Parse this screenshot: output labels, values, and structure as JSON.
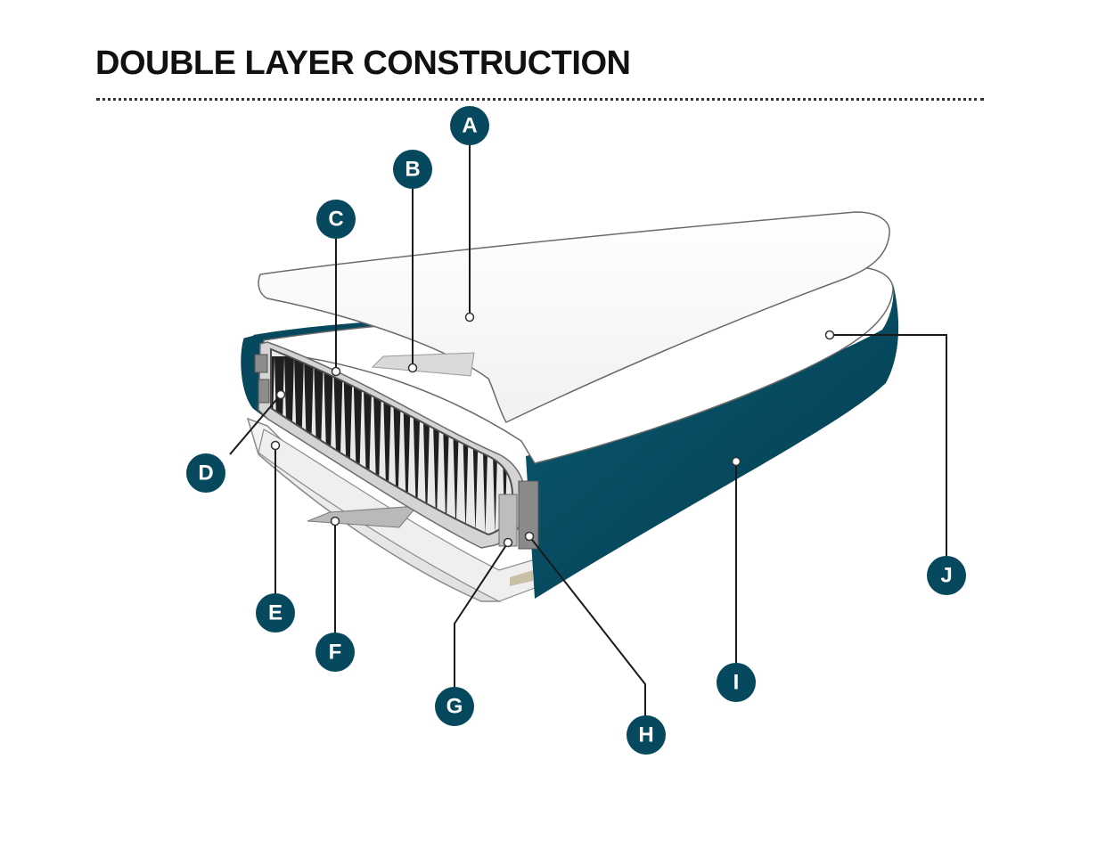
{
  "title": "DOUBLE LAYER CONSTRUCTION",
  "colors": {
    "brand": "#06485e",
    "ink": "#111111",
    "layer_white": "#ffffff",
    "layer_outline": "#6b6b6b",
    "drop_stitch": "#2a2a2a"
  },
  "callouts": [
    {
      "letter": "A"
    },
    {
      "letter": "B"
    },
    {
      "letter": "C"
    },
    {
      "letter": "D"
    },
    {
      "letter": "E"
    },
    {
      "letter": "F"
    },
    {
      "letter": "G"
    },
    {
      "letter": "H"
    },
    {
      "letter": "I"
    },
    {
      "letter": "J"
    }
  ]
}
